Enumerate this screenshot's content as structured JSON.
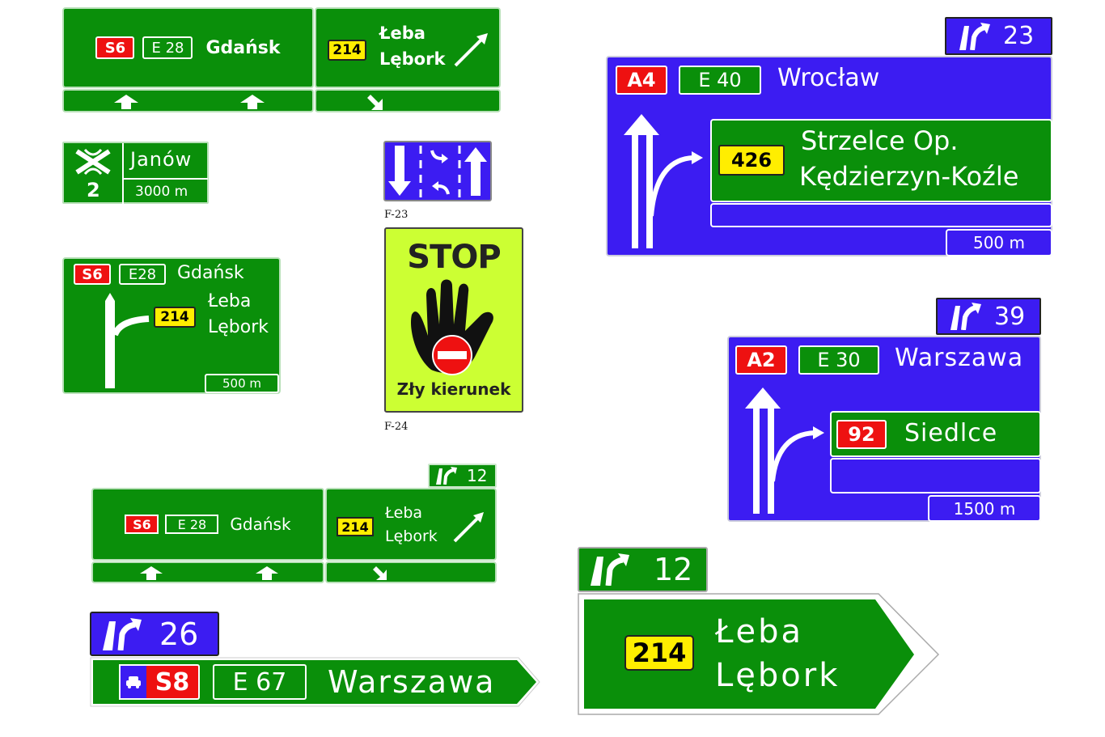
{
  "colors": {
    "green": "#0a8f0a",
    "blue": "#3c1cf2",
    "red": "#ee1111",
    "yellow": "#ffee00",
    "fluo": "#ccff33"
  },
  "sign1": {
    "left": {
      "route": "S6",
      "euro": "E 28",
      "city": "Gdańsk"
    },
    "right": {
      "route": "214",
      "city1": "Łeba",
      "city2": "Lębork"
    }
  },
  "sign2": {
    "number": "2",
    "city": "Janów",
    "distance": "3000 m",
    "icon": "interchange-icon"
  },
  "sign3": {
    "route": "S6",
    "euro": "E28",
    "city": "Gdańsk",
    "side_route": "214",
    "city1": "Łeba",
    "city2": "Lębork",
    "distance": "500 m"
  },
  "f23": {
    "caption": "F-23"
  },
  "f24": {
    "title": "STOP",
    "subtitle": "Zły kierunek",
    "caption": "F-24"
  },
  "sign4": {
    "exit": "23",
    "route": "A4",
    "euro": "E 40",
    "city": "Wrocław",
    "side_route": "426",
    "side_city1": "Strzelce Op.",
    "side_city2": "Kędzierzyn-Koźle",
    "distance": "500 m"
  },
  "sign5": {
    "exit": "39",
    "route": "A2",
    "euro": "E 30",
    "city": "Warszawa",
    "side_route": "92",
    "side_city": "Siedlce",
    "distance": "1500 m"
  },
  "sign6": {
    "exit": "12",
    "left": {
      "route": "S6",
      "euro": "E 28",
      "city": "Gdańsk"
    },
    "right": {
      "route": "214",
      "city1": "Łeba",
      "city2": "Lębork"
    }
  },
  "sign7": {
    "exit": "26",
    "route": "S8",
    "euro": "E 67",
    "city": "Warszawa"
  },
  "sign8": {
    "exit": "12",
    "route": "214",
    "city1": "Łeba",
    "city2": "Lębork"
  }
}
